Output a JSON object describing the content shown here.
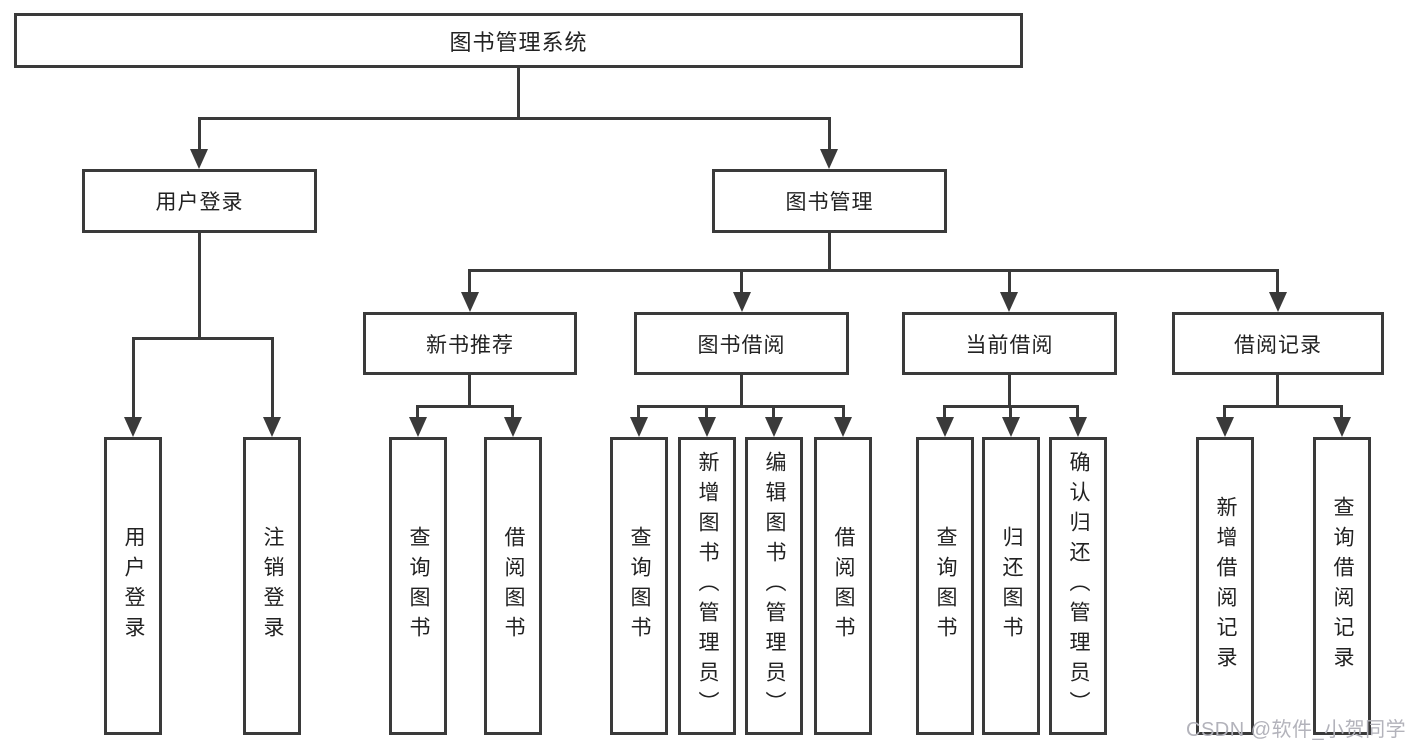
{
  "diagram": {
    "type": "tree",
    "title": "图书管理系统",
    "tree": {
      "label": "图书管理系统",
      "children": [
        {
          "label": "用户登录",
          "children": [
            {
              "label": "用户登录"
            },
            {
              "label": "注销登录"
            }
          ]
        },
        {
          "label": "图书管理",
          "children": [
            {
              "label": "新书推荐",
              "children": [
                {
                  "label": "查询图书"
                },
                {
                  "label": "借阅图书"
                }
              ]
            },
            {
              "label": "图书借阅",
              "children": [
                {
                  "label": "查询图书"
                },
                {
                  "label": "新增图书（管理员）"
                },
                {
                  "label": "编辑图书（管理员）"
                },
                {
                  "label": "借阅图书"
                }
              ]
            },
            {
              "label": "当前借阅",
              "children": [
                {
                  "label": "查询图书"
                },
                {
                  "label": "归还图书"
                },
                {
                  "label": "确认归还（管理员）"
                }
              ]
            },
            {
              "label": "借阅记录",
              "children": [
                {
                  "label": "新增借阅记录"
                },
                {
                  "label": "查询借阅记录"
                }
              ]
            }
          ]
        }
      ]
    },
    "watermark": "CSDN @软件_小贺同学",
    "colors": {
      "line": "#3a3a3a",
      "box_border": "#3a3a3a",
      "box_fill": "#ffffff",
      "text": "#222222",
      "watermark": "#b3b3bb",
      "background": "#ffffff"
    }
  }
}
